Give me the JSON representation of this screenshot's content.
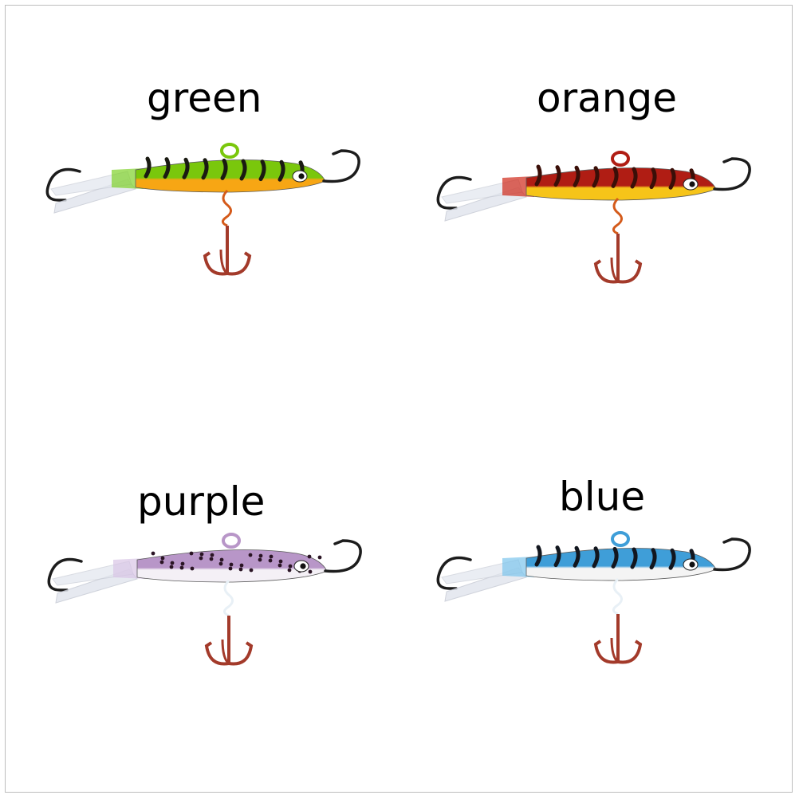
{
  "variants": [
    {
      "label": "green",
      "colors": {
        "back": "#7ac70c",
        "belly": "#f7a614",
        "stripe": "#1a1a12",
        "tail": "#7fd12a"
      }
    },
    {
      "label": "orange",
      "colors": {
        "back": "#b01d14",
        "belly": "#f6c419",
        "stripe": "#3a0f08",
        "tail": "#d02a1a"
      }
    },
    {
      "label": "purple",
      "colors": {
        "back": "#b896c8",
        "belly": "#f4f0f6",
        "stripe": "#2a1424",
        "tail": "#d8c4e6"
      }
    },
    {
      "label": "blue",
      "colors": {
        "back": "#3f9ed8",
        "belly": "#f4f4f4",
        "stripe": "#12161e",
        "tail": "#7cc4ec"
      }
    }
  ],
  "colors": {
    "hook": "#1c1c1c",
    "treble_hook": "#a33a2a",
    "fin": "#e2e6ee"
  }
}
